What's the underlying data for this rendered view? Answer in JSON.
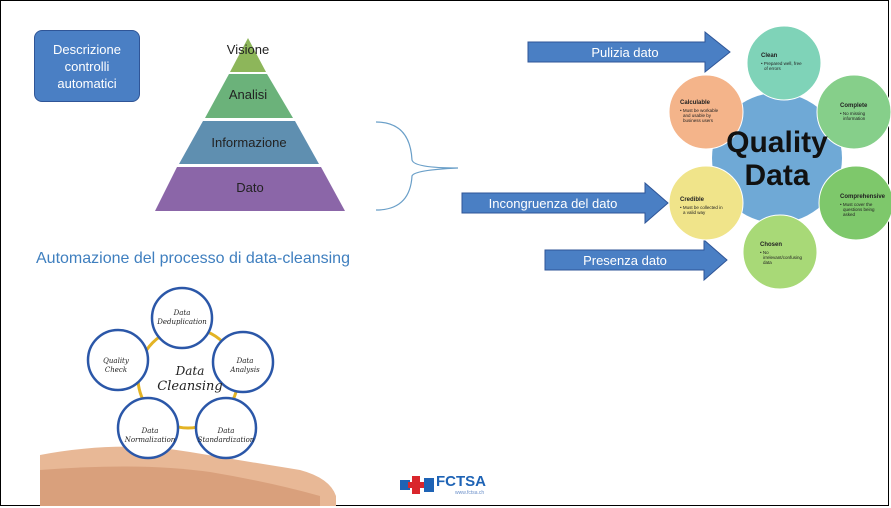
{
  "description_box": {
    "lines": [
      "Descrizione",
      "controlli",
      "automatici"
    ]
  },
  "pyramid": {
    "levels": [
      {
        "label": "Visione",
        "color": "#8db65a"
      },
      {
        "label": "Analisi",
        "color": "#6bb27a"
      },
      {
        "label": "Informazione",
        "color": "#5f8fb0"
      },
      {
        "label": "Dato",
        "color": "#8b66a8"
      }
    ]
  },
  "subtitle": "Automazione del processo di data-cleansing",
  "arrows": [
    {
      "label": "Pulizia dato"
    },
    {
      "label": "Incongruenza del dato"
    },
    {
      "label": "Presenza dato"
    }
  ],
  "quality_data": {
    "center_lines": [
      "Quality",
      "Data"
    ],
    "petals": [
      {
        "title": "Clean",
        "desc": [
          "• Prepared well, free",
          "of errors"
        ],
        "color": "#7fd3b8"
      },
      {
        "title": "Complete",
        "desc": [
          "• No missing",
          "information"
        ],
        "color": "#86cf8a"
      },
      {
        "title": "Comprehensive",
        "desc": [
          "• Must cover the",
          "questions being",
          "asked"
        ],
        "color": "#7ec86b"
      },
      {
        "title": "Chosen",
        "desc": [
          "• No",
          "irrelevant/confusing",
          "data"
        ],
        "color": "#a8d977"
      },
      {
        "title": "Credible",
        "desc": [
          "• Must be collected in",
          "a valid way"
        ],
        "color": "#f0e48a"
      },
      {
        "title": "Calculable",
        "desc": [
          "• Must be workable",
          "and usable by",
          "business users"
        ],
        "color": "#f4b48a"
      }
    ]
  },
  "cleansing": {
    "center_lines": [
      "Data",
      "Cleansing"
    ],
    "nodes": [
      {
        "lines": [
          "Data",
          "Deduplication"
        ]
      },
      {
        "lines": [
          "Data",
          "Analysis"
        ]
      },
      {
        "lines": [
          "Data",
          "Standardization"
        ]
      },
      {
        "lines": [
          "Data",
          "Normalization"
        ]
      },
      {
        "lines": [
          "Quality",
          "Check"
        ]
      }
    ]
  },
  "logo": {
    "name": "FCTSA",
    "url": "www.fctsa.ch"
  }
}
